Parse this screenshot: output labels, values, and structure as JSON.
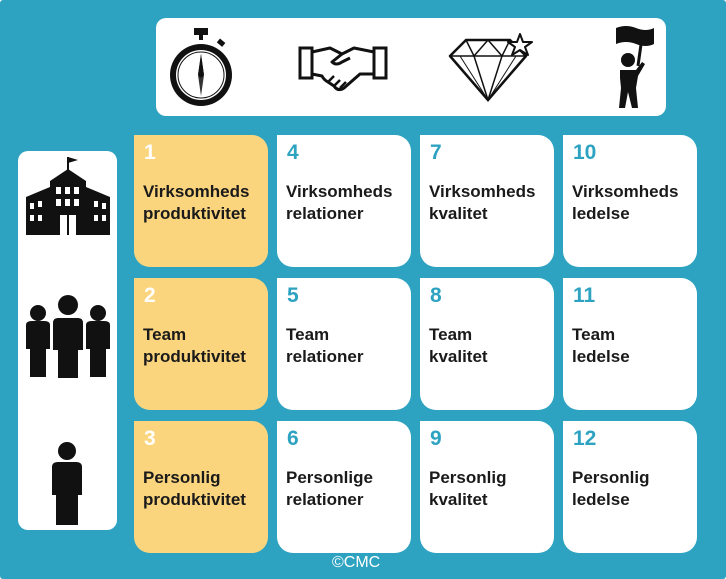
{
  "top_icons": [
    "stopwatch-icon",
    "handshake-icon",
    "diamond-star-icon",
    "flag-person-icon"
  ],
  "side_icons": [
    "building-icon",
    "team-people-icon",
    "single-person-icon"
  ],
  "colors": {
    "background": "#2ea3c1",
    "highlight_card": "#fbd57e",
    "number_blue": "#2ea3c1",
    "number_white": "#ffffff"
  },
  "cards": [
    {
      "number": "1",
      "line1": "Virksomheds",
      "line2": "produktivitet",
      "highlight": true
    },
    {
      "number": "4",
      "line1": "Virksomheds",
      "line2": "relationer",
      "highlight": false
    },
    {
      "number": "7",
      "line1": "Virksomheds",
      "line2": "kvalitet",
      "highlight": false
    },
    {
      "number": "10",
      "line1": "Virksomheds",
      "line2": "ledelse",
      "highlight": false
    },
    {
      "number": "2",
      "line1": "Team",
      "line2": "produktivitet",
      "highlight": true
    },
    {
      "number": "5",
      "line1": "Team",
      "line2": "relationer",
      "highlight": false
    },
    {
      "number": "8",
      "line1": "Team",
      "line2": "kvalitet",
      "highlight": false
    },
    {
      "number": "11",
      "line1": "Team",
      "line2": "ledelse",
      "highlight": false
    },
    {
      "number": "3",
      "line1": "Personlig",
      "line2": "produktivitet",
      "highlight": true
    },
    {
      "number": "6",
      "line1": "Personlige",
      "line2": "relationer",
      "highlight": false
    },
    {
      "number": "9",
      "line1": "Personlig",
      "line2": "kvalitet",
      "highlight": false
    },
    {
      "number": "12",
      "line1": "Personlig",
      "line2": "ledelse",
      "highlight": false
    }
  ],
  "copyright": "©CMC"
}
